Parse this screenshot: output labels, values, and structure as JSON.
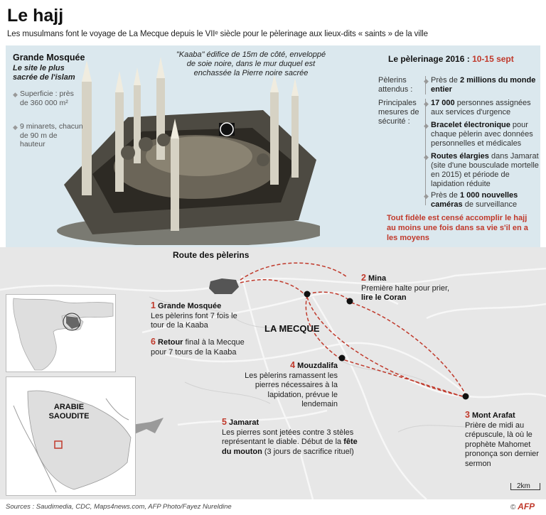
{
  "header": {
    "title": "Le hajj",
    "subtitle": "Les musulmans font le voyage de La Mecque depuis le VIIᵉ siècle pour le pèlerinage aux lieux-dits « saints » de la ville"
  },
  "mosque": {
    "title": "Grande Mosquée",
    "subtitle": "Le site le plus sacrée de l'islam",
    "bullets": [
      "Superficie : près de 360 000 m²",
      "9 minarets, chacun de 90 m de hauteur"
    ],
    "kaaba_note": "\"Kaaba\" édifice de 15m de côté, enveloppé de soie noire, dans le mur duquel est enchassée la Pierre noire sacrée"
  },
  "pilgrimage": {
    "title_prefix": "Le pèlerinage 2016 : ",
    "title_dates": "10-15 sept",
    "label_attendees": "Pèlerins attendus :",
    "label_security": "Principales mesures de sécurité :",
    "attendees_pre": "Près de ",
    "attendees_bold": "2 millions du monde entier",
    "security_items": [
      {
        "bold": "17 000",
        "rest": " personnes assignées aux services d'urgence"
      },
      {
        "bold": "Bracelet électronique",
        "rest": " pour chaque pèlerin avec données personnelles et médicales"
      },
      {
        "bold": "Routes élargies",
        "rest": " dans Jamarat (site d'une bousculade mortelle en 2015) et période de lapidation réduite"
      },
      {
        "pre": "Près de ",
        "bold": "1 000 nouvelles caméras",
        "rest": " de surveillance"
      }
    ],
    "note": "Tout fidèle est censé accomplir le hajj au moins une fois dans sa vie s'il en a les moyens"
  },
  "map": {
    "route_title": "Route des pèlerins",
    "city_label": "LA MECQUE",
    "country_label": "ARABIE SAOUDITE",
    "scale_label": "2km",
    "steps": {
      "s1": {
        "num": "1",
        "name": "Grande Mosquée",
        "text": "Les pèlerins font 7 fois le tour de la Kaaba"
      },
      "s2": {
        "num": "2",
        "name": "Mina",
        "text": "Première halte pour prier, ",
        "bold": "lire le Coran"
      },
      "s3": {
        "num": "3",
        "name": "Mont Arafat",
        "text": "Prière de midi au crépuscule, là où le prophète Mahomet prononça son dernier sermon"
      },
      "s4": {
        "num": "4",
        "name": "Mouzdalifa",
        "text": "Les pèlerins ramassent les pierres nécessaires à la lapidation, prévue le lendemain"
      },
      "s5": {
        "num": "5",
        "name": "Jamarat",
        "text": "Les pierres sont jetées contre 3 stèles représentant le diable. Début de la ",
        "bold": "fête du mouton",
        "text2": " (3 jours de sacrifice rituel)"
      },
      "s6": {
        "num": "6",
        "name": "Retour",
        "text": " final à la Mecque pour 7 tours de la Kaaba"
      }
    }
  },
  "footer": {
    "sources": "Sources : Saudimedia, CDC, Maps4news.com, AFP Photo/Fayez Nureldine",
    "credit": "AFP"
  },
  "colors": {
    "accent_red": "#c0392b",
    "panel": "#dbe8ee",
    "map_bg": "#e7e7e7"
  }
}
